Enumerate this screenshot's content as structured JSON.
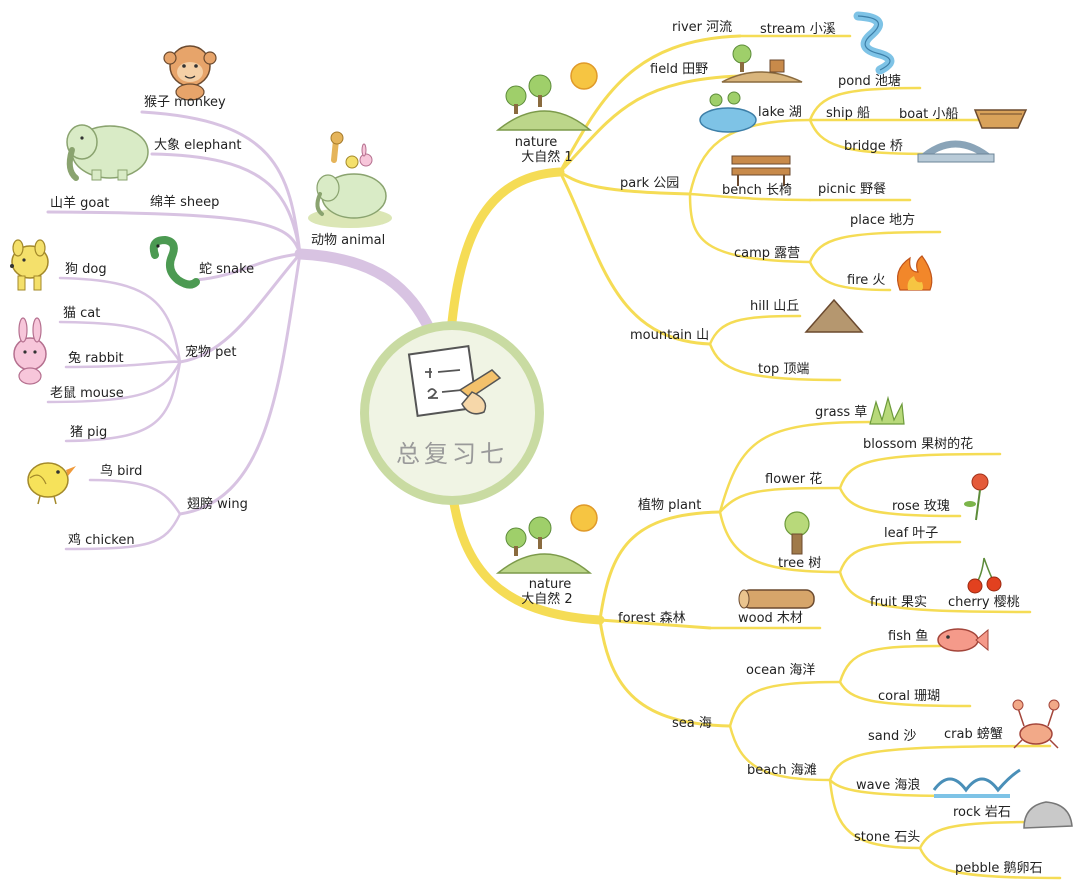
{
  "center": {
    "title": "总复习七",
    "icon": "writing-paper-icon"
  },
  "colors": {
    "animal_branch": "#d8c3e2",
    "nature_branch": "#f5dc55",
    "center_ring": "#c9dba2",
    "center_fill": "#f0f4e4"
  },
  "animal": {
    "hub": "动物 animal",
    "monkey": "猴子 monkey",
    "elephant": "大象 elephant",
    "goat": "山羊 goat",
    "sheep": "绵羊 sheep",
    "snake": "蛇 snake",
    "pet": "宠物 pet",
    "dog": "狗 dog",
    "cat": "猫 cat",
    "rabbit": "兔 rabbit",
    "mouse": "老鼠 mouse",
    "pig": "猪 pig",
    "wing": "翅膀 wing",
    "bird": "鸟 bird",
    "chicken": "鸡 chicken"
  },
  "nature1": {
    "hub_en": "nature",
    "hub_zh": "大自然 1",
    "river": "river 河流",
    "stream": "stream 小溪",
    "field": "field 田野",
    "lake": "lake 湖",
    "pond": "pond 池塘",
    "ship": "ship 船",
    "boat": "boat 小船",
    "bridge": "bridge 桥",
    "park": "park 公园",
    "bench": "bench 长椅",
    "picnic": "picnic 野餐",
    "camp": "camp 露营",
    "place": "place 地方",
    "fire": "fire 火",
    "mountain": "mountain 山",
    "hill": "hill 山丘",
    "top": "top 顶端"
  },
  "nature2": {
    "hub_en": "nature",
    "hub_zh": "大自然 2",
    "plant": "植物 plant",
    "grass": "grass 草",
    "flower": "flower 花",
    "blossom": "blossom 果树的花",
    "rose": "rose 玫瑰",
    "tree": "tree 树",
    "leaf": "leaf 叶子",
    "fruit": "fruit 果实",
    "cherry": "cherry 樱桃",
    "forest": "forest 森林",
    "wood": "wood 木材",
    "sea": "sea 海",
    "ocean": "ocean 海洋",
    "fish": "fish 鱼",
    "coral": "coral 珊瑚",
    "beach": "beach 海滩",
    "sand": "sand 沙",
    "crab": "crab 螃蟹",
    "wave": "wave 海浪",
    "stone": "stone 石头",
    "rock": "rock 岩石",
    "pebble": "pebble 鹅卵石"
  }
}
